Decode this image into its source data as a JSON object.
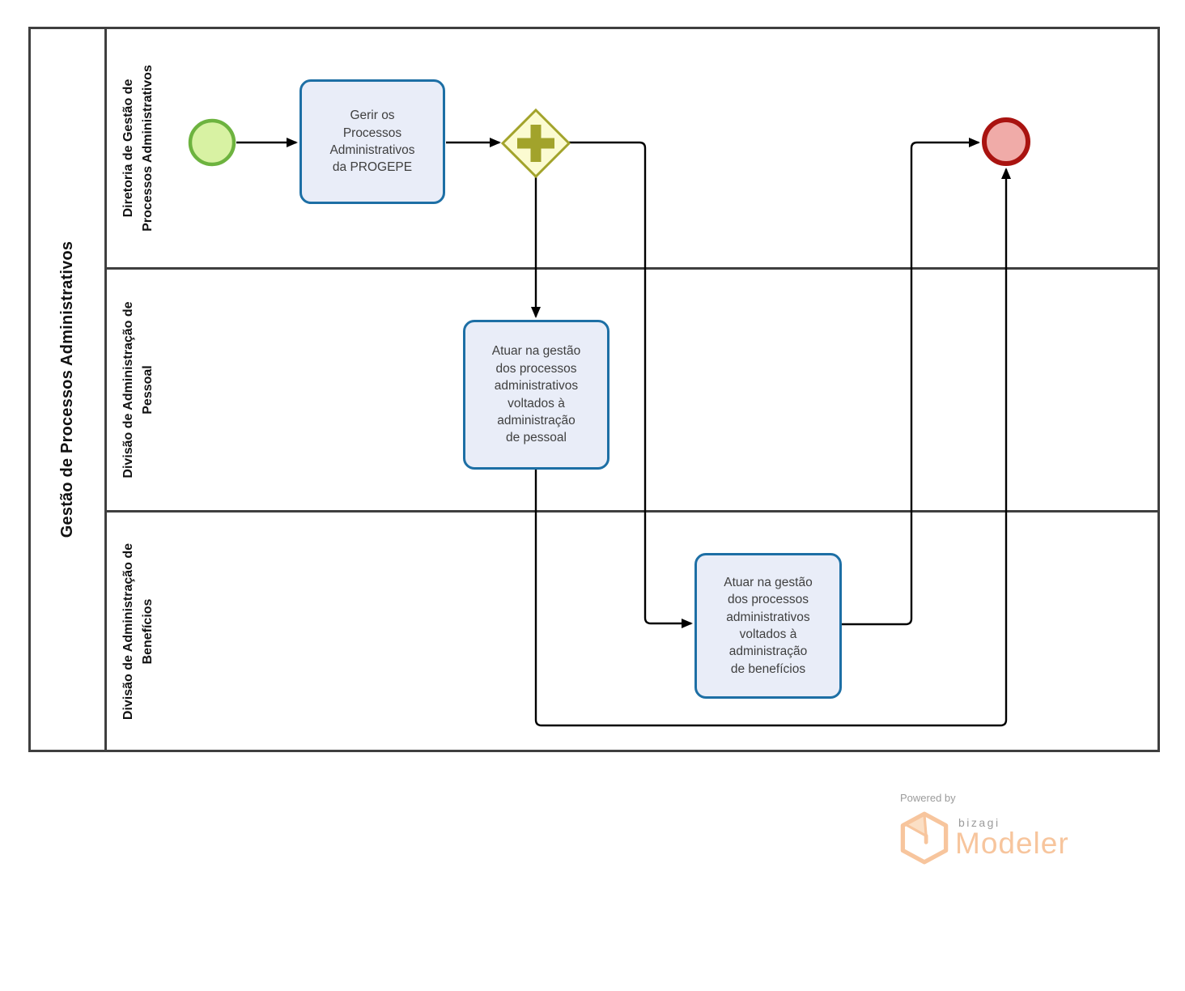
{
  "pool": {
    "title": "Gestão de Processos Administrativos",
    "lanes": [
      {
        "label": "Diretoria de Gestão de\nProcessos Administrativos"
      },
      {
        "label": "Divisão de Administração de\nPessoal"
      },
      {
        "label": "Divisão de Administração de\nBenefícios"
      }
    ]
  },
  "nodes": {
    "start_event": {
      "type": "start-event"
    },
    "task_gerir": {
      "label": "Gerir os\nProcessos\nAdministrativos\nda PROGEPE"
    },
    "gateway": {
      "type": "parallel-gateway"
    },
    "task_pessoal": {
      "label": "Atuar na gestão\ndos processos\nadministrativos\nvoltados à\nadministração\nde pessoal"
    },
    "task_beneficios": {
      "label": "Atuar na gestão\ndos processos\nadministrativos\nvoltados à\nadministração\nde benefícios"
    },
    "end_event": {
      "type": "end-event"
    }
  },
  "footer": {
    "powered_by": "Powered by",
    "brand": "bizagi",
    "product": "Modeler"
  },
  "colors": {
    "start-fill": "#d8f2a3",
    "start-stroke": "#6db33f",
    "end-fill": "#f0aba8",
    "end-stroke": "#a91310",
    "task-fill": "#e9edf8",
    "task-stroke": "#1d6fa5",
    "gateway-fill": "#fbfbd1",
    "gateway-stroke": "#a2a32b",
    "flow-line": "#000000",
    "pool-border": "#3f3f3f",
    "label-black": "#111111",
    "text-dark": "#3f3f3f",
    "brand-gray": "#9b9b9b",
    "brand-peach": "#f7c59d",
    "brand-peach-light": "#fbdfc5"
  }
}
